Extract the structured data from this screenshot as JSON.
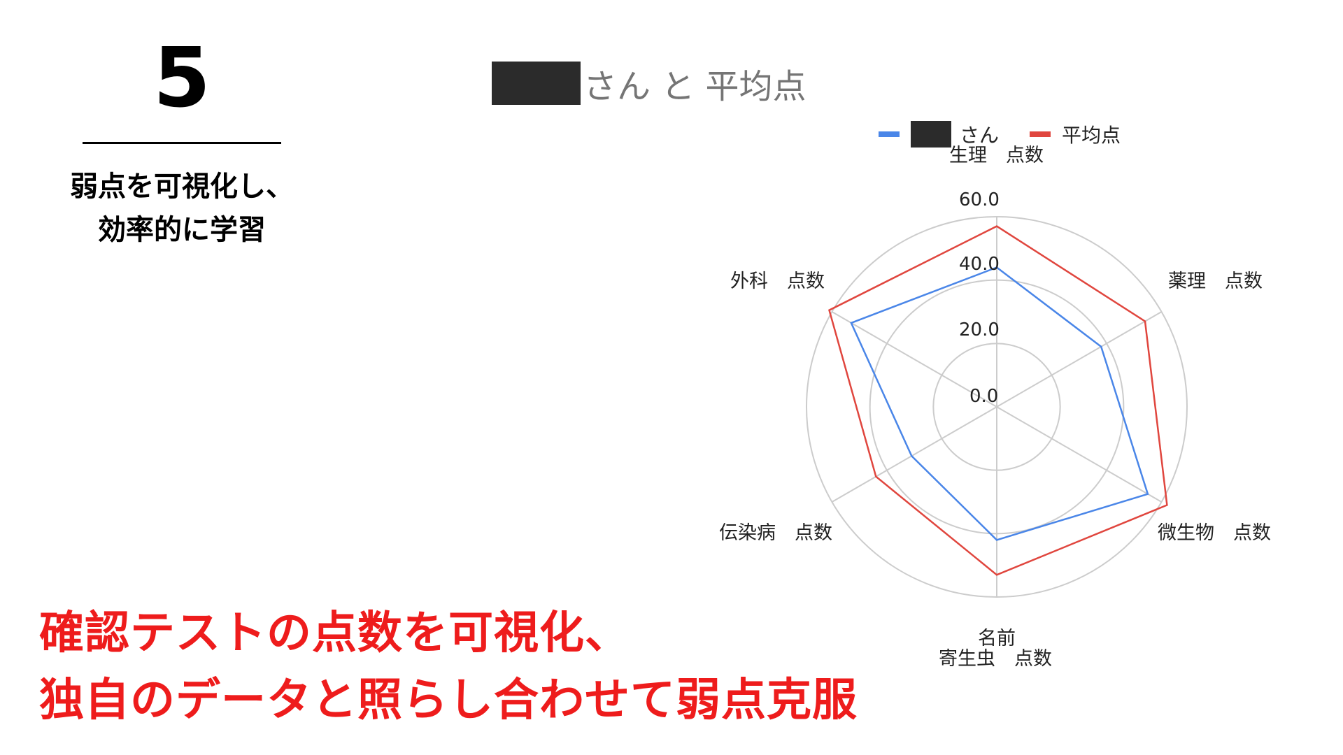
{
  "slide": {
    "step_number": "5",
    "caption_lines": [
      "弱点を可視化し、",
      "効率的に学習"
    ],
    "headline_lines": [
      "確認テストの点数を可視化、",
      "独自のデータと照らし合わせて弱点克服"
    ]
  },
  "chart": {
    "title_suffix": "さん と 平均点",
    "legend": [
      {
        "label": "さん",
        "redacted_prefix": true,
        "color": "#4a86e8"
      },
      {
        "label": "平均点",
        "redacted_prefix": false,
        "color": "#e0463e"
      }
    ],
    "axis_labels": [
      "生理　点数",
      "薬理　点数",
      "微生物　点数",
      "名前",
      "寄生虫　点数",
      "伝染病　点数",
      "外科　点数"
    ],
    "tick_labels": [
      "0.0",
      "20.0",
      "40.0",
      "60.0"
    ]
  },
  "chart_data": {
    "type": "radar",
    "title": "[redacted]さん と 平均点",
    "categories": [
      "生理　点数",
      "薬理　点数",
      "微生物　点数",
      "寄生虫　点数",
      "伝染病　点数",
      "外科　点数"
    ],
    "series": [
      {
        "name": "[redacted]さん",
        "color": "#4a86e8",
        "values": [
          44,
          38,
          55,
          42,
          31,
          53
        ]
      },
      {
        "name": "平均点",
        "color": "#e0463e",
        "values": [
          57,
          54,
          62,
          53,
          44,
          61
        ]
      }
    ],
    "rlim": [
      0,
      60
    ],
    "rticks": [
      0,
      20,
      40,
      60
    ],
    "grid": true,
    "legend_position": "top",
    "annotations": [
      "名前 (stray label above 寄生虫 axis)"
    ]
  }
}
